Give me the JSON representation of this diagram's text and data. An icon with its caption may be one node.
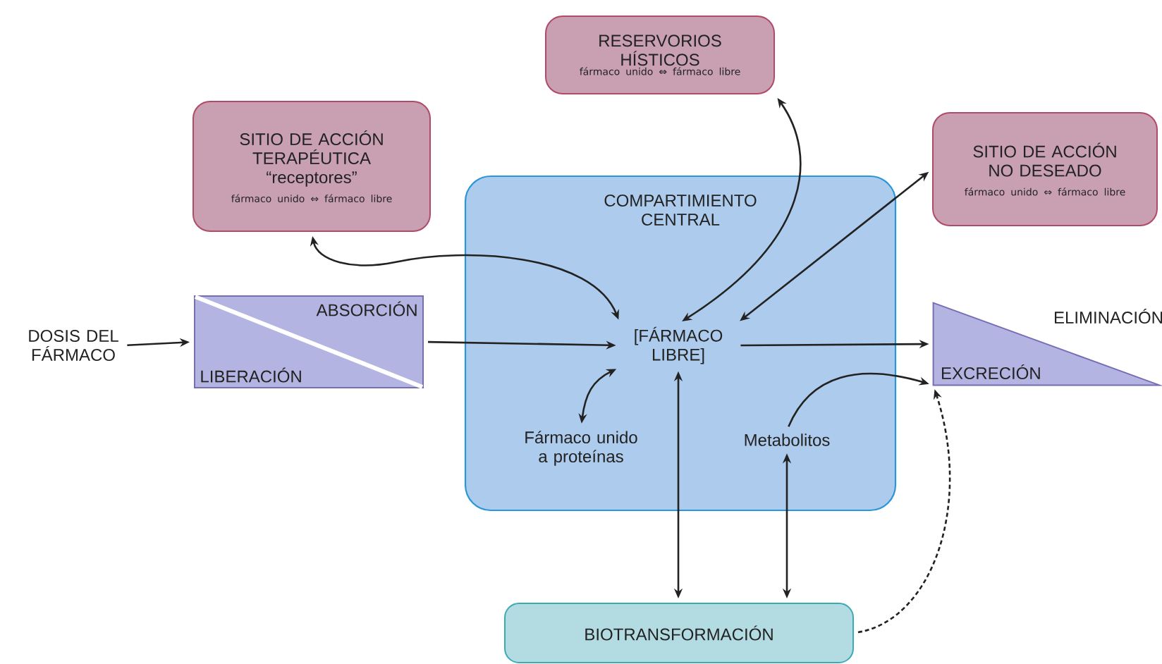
{
  "diagram": {
    "nodes": [
      {
        "text": [
          "DOSIS DEL FÁRMACO"
        ]
      },
      {
        "text": [
          "ABSORCIÓN",
          "LIBERACIÓN"
        ]
      },
      {
        "text": [
          "SITIO DE ACCIÓN TERAPÉUTICA",
          "“receptores”",
          "fármaco unido ⇔ fármaco libre"
        ]
      },
      {
        "text": [
          "RESERVORIOS HÍSTICOS",
          "fármaco unido ⇔ fármaco libre"
        ]
      },
      {
        "text": [
          "SITIO DE ACCIÓN NO DESEADO",
          "fármaco unido ⇔ fármaco libre"
        ]
      },
      {
        "text": [
          "COMPARTIMIENTO CENTRAL"
        ]
      },
      {
        "text": [
          "[FÁRMACO LIBRE]"
        ],
        "in": 5
      },
      {
        "text": [
          "Fármaco unido a proteínas"
        ],
        "in": 5
      },
      {
        "text": [
          "Metabolitos"
        ],
        "in": 5
      },
      {
        "text": [
          "ELIMINACIÓN",
          "EXCRECIÓN"
        ]
      },
      {
        "text": [
          "BIOTRANSFORMACIÓN"
        ]
      }
    ],
    "edges": [
      {
        "from": 0,
        "to": 1,
        "arrow": "to"
      },
      {
        "from": 1,
        "to": 6,
        "arrow": "to"
      },
      {
        "from": 6,
        "to": 2,
        "arrow": "both"
      },
      {
        "from": 6,
        "to": 3,
        "arrow": "both"
      },
      {
        "from": 6,
        "to": 4,
        "arrow": "both"
      },
      {
        "from": 6,
        "to": 9,
        "arrow": "to"
      },
      {
        "from": 6,
        "to": 7,
        "arrow": "both"
      },
      {
        "from": 6,
        "to": 10,
        "arrow": "both"
      },
      {
        "from": 8,
        "to": 10,
        "arrow": "both"
      },
      {
        "from": 8,
        "to": 9,
        "arrow": "to"
      },
      {
        "from": 10,
        "to": 9,
        "arrow": "to",
        "style": "dashed"
      }
    ]
  }
}
